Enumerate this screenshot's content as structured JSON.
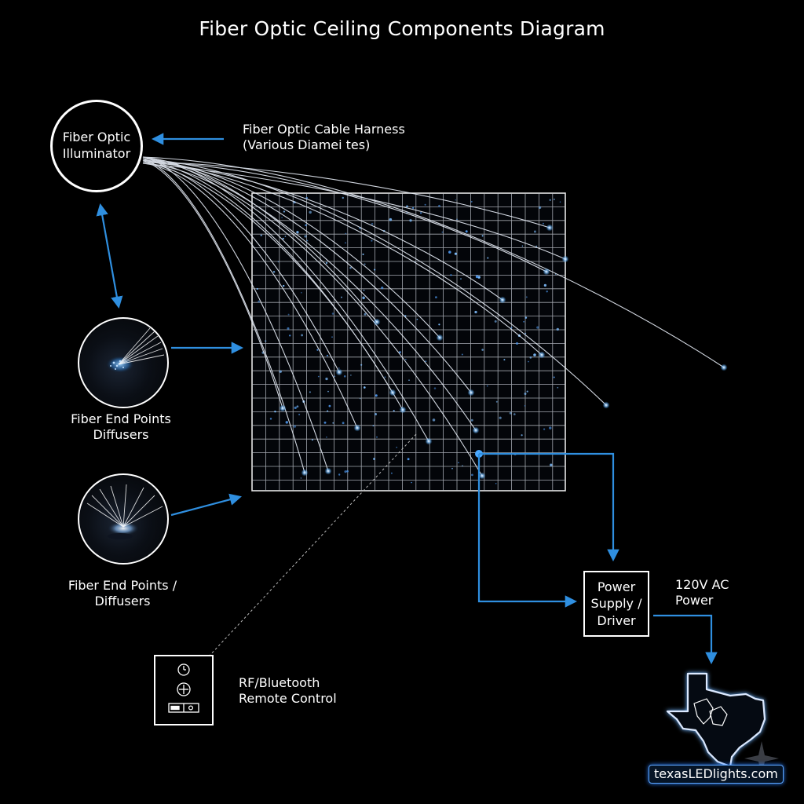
{
  "title": "Fiber Optic Ceiling Components Diagram",
  "illuminator": {
    "line1": "Fiber Optic",
    "line2": "Illuminator"
  },
  "harness": {
    "line1": "Fiber Optic Cable Harness",
    "line2": "(Various Diamei tes)"
  },
  "endpoints_1": {
    "line1": "Fiber End Points",
    "line2": "Diffusers"
  },
  "endpoints_2": {
    "line1": "Fiber End Points /",
    "line2": "Diffusers"
  },
  "remote": {
    "line1": "RF/Bluetooth",
    "line2": "Remote Control"
  },
  "power_supply": {
    "line1": "Power",
    "line2": "Supply /",
    "line3": "Driver"
  },
  "ac_power": {
    "line1": "120V AC",
    "line2": "Power"
  },
  "watermark": "texasLEDlights.com",
  "colors": {
    "background": "#000000",
    "arrow": "#2f8fe0",
    "line": "#ffffff",
    "star": "#9fd0ff"
  },
  "icons": {
    "remote_top": "clock-icon",
    "remote_middle": "power-icon",
    "remote_bottom": "switch-icon",
    "watermark_emblem": "texas-outline-icon",
    "sparkle": "sparkle-icon"
  }
}
